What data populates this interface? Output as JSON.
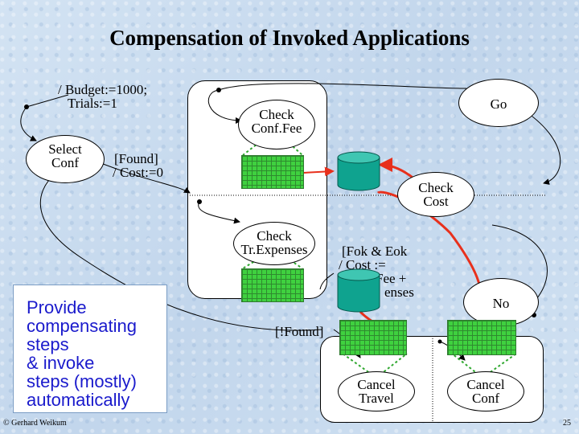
{
  "title": "Compensation of Invoked Applications",
  "labels": {
    "budget_line1": "/ Budget:=1000;",
    "budget_line2": "Trials:=1",
    "found_line1": "[Found]",
    "found_line2": "/ Cost:=0",
    "fok_line1": "[Fok & Eok",
    "fok_line2": "/ Cost :=",
    "fok_line3": "Fee +",
    "fok_line4": "enses",
    "not_found": "[!Found]",
    "go": "Go",
    "no": "No"
  },
  "states": {
    "select_conf_1": "Select",
    "select_conf_2": "Conf",
    "check_conffee_1": "Check",
    "check_conffee_2": "Conf.Fee",
    "check_cost_1": "Check",
    "check_cost_2": "Cost",
    "check_trexp_1": "Check",
    "check_trexp_2": "Tr.Expenses",
    "cancel_travel_1": "Cancel",
    "cancel_travel_2": "Travel",
    "cancel_conf_1": "Cancel",
    "cancel_conf_2": "Conf"
  },
  "callout": {
    "line1": "Provide",
    "line2": "compensating",
    "line3": "steps",
    "line4": "& invoke",
    "line5": "steps (mostly)",
    "line6": "automatically"
  },
  "footer": {
    "author": "© Gerhard Weikum",
    "page": "25"
  },
  "colors": {
    "activity_green": "#3fd13f",
    "database_teal": "#0fa38f",
    "compensation_arrow": "#e8301c",
    "callout_text": "#1a1acc"
  }
}
